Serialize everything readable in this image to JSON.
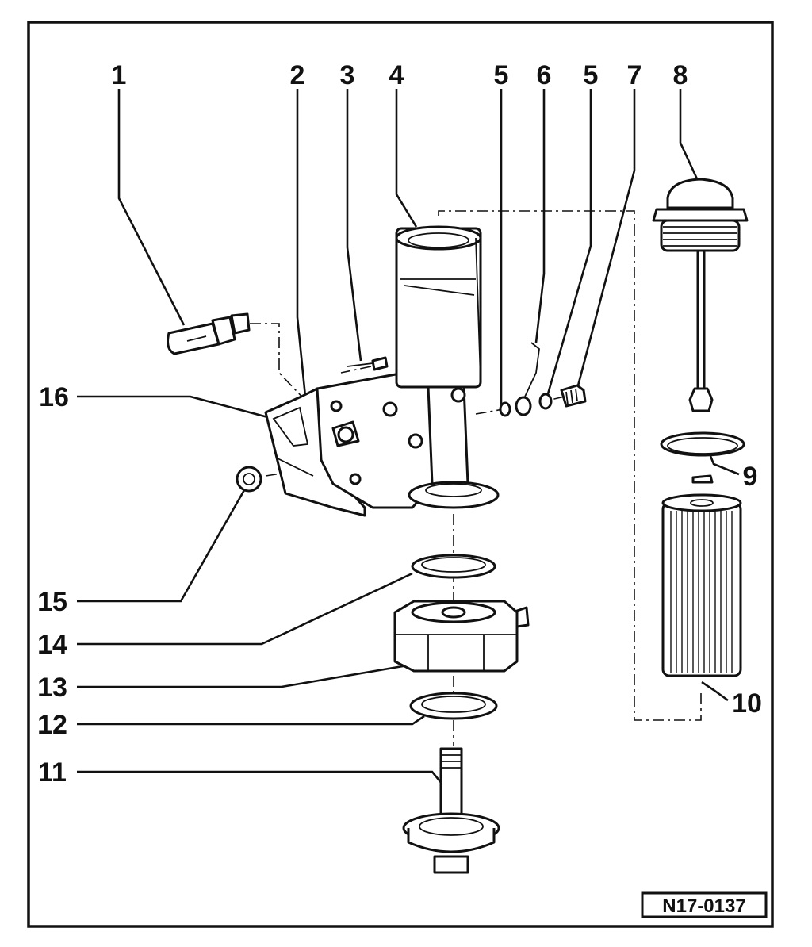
{
  "diagram": {
    "drawing_code": "N17-0137",
    "callouts": [
      {
        "id": "c1",
        "label": "1"
      },
      {
        "id": "c2",
        "label": "2"
      },
      {
        "id": "c3",
        "label": "3"
      },
      {
        "id": "c4",
        "label": "4"
      },
      {
        "id": "c5a",
        "label": "5"
      },
      {
        "id": "c6",
        "label": "6"
      },
      {
        "id": "c5b",
        "label": "5"
      },
      {
        "id": "c7",
        "label": "7"
      },
      {
        "id": "c8",
        "label": "8"
      },
      {
        "id": "c9",
        "label": "9"
      },
      {
        "id": "c10",
        "label": "10"
      },
      {
        "id": "c11",
        "label": "11"
      },
      {
        "id": "c12",
        "label": "12"
      },
      {
        "id": "c13",
        "label": "13"
      },
      {
        "id": "c14",
        "label": "14"
      },
      {
        "id": "c15",
        "label": "15"
      },
      {
        "id": "c16",
        "label": "16"
      }
    ]
  }
}
